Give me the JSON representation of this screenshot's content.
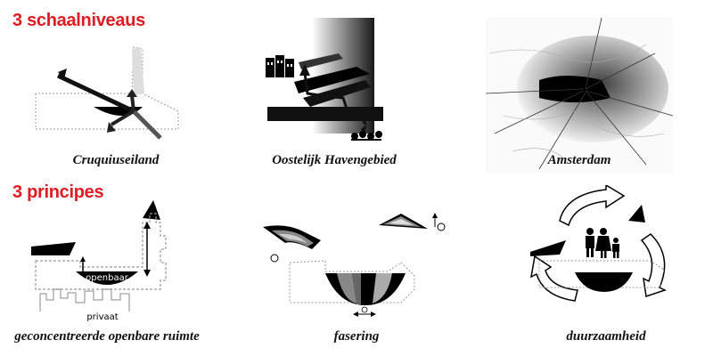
{
  "section_scale": {
    "title": "3 schaalniveaus"
  },
  "section_principles": {
    "title": "3 principes"
  },
  "scale_panels": [
    {
      "caption": "Cruquiuseiland"
    },
    {
      "caption": "Oostelijk Havengebied"
    },
    {
      "caption": "Amsterdam"
    }
  ],
  "principle_panels": [
    {
      "caption": "geconcentreerde openbare ruimte",
      "label_public": "openbaar",
      "label_private": "privaat"
    },
    {
      "caption": "fasering"
    },
    {
      "caption": "duurzaamheid"
    }
  ],
  "colors": {
    "accent": "#e01b22",
    "ink": "#000000"
  }
}
